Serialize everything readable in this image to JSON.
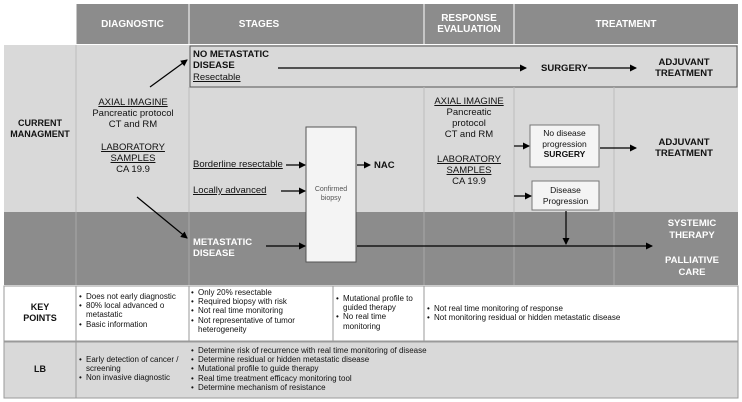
{
  "header": {
    "diagnostic": "DIAGNOSTIC",
    "stages": "STAGES",
    "response_line1": "RESPONSE",
    "response_line2": "EVALUATION",
    "treatment": "TREATMENT"
  },
  "rows": {
    "current_line1": "CURRENT",
    "current_line2": "MANAGMENT",
    "key_line1": "KEY",
    "key_line2": "POINTS",
    "lb": "LB"
  },
  "diagnostic": {
    "imaging_title": "AXIAL IMAGINE",
    "imaging_line1": "Pancreatic protocol",
    "imaging_line2": "CT and RM",
    "lab_title": "LABORATORY",
    "lab_title2": "SAMPLES",
    "lab_marker": "CA 19.9"
  },
  "stages": {
    "no_meta_line1": "NO METASTATIC",
    "no_meta_line2": "DISEASE",
    "resectable": "Resectable",
    "borderline": "Borderline resectable",
    "locally_advanced": "Locally advanced",
    "metastatic_line1": "METASTATIC",
    "metastatic_line2": "DISEASE",
    "biopsy_line1": "Confirmed",
    "biopsy_line2": "biopsy",
    "nac": "NAC"
  },
  "response": {
    "imaging_title": "AXIAL IMAGINE",
    "imaging_line1": "Pancreatic",
    "imaging_line2": "protocol",
    "imaging_line3": "CT and RM",
    "lab_title": "LABORATORY",
    "lab_title2": "SAMPLES",
    "lab_marker": "CA 19.9"
  },
  "treatment": {
    "surgery": "SURGERY",
    "adjuvant1_line1": "ADJUVANT",
    "adjuvant1_line2": "TREATMENT",
    "no_prog_line1": "No disease",
    "no_prog_line2": "progression",
    "no_prog_line3": "SURGERY",
    "adjuvant2_line1": "ADJUVANT",
    "adjuvant2_line2": "TREATMENT",
    "prog_line1": "Disease",
    "prog_line2": "Progression",
    "systemic_line1": "SYSTEMIC",
    "systemic_line2": "THERAPY",
    "palliative_line1": "PALLIATIVE",
    "palliative_line2": "CARE"
  },
  "key_points": {
    "diagnostic": [
      "Does not early diagnostic",
      "80% local advanced o metastatic",
      "Basic information"
    ],
    "stages": [
      "Only 20% resectable",
      "Required biopsy with risk",
      "Not real time monitoring",
      "Not representative of tumor heterogeneity"
    ],
    "nac": [
      "Mutational profile to guided therapy",
      "No real time monitoring"
    ],
    "response": [
      "Not real time monitoring of response",
      "Not monitoring residual or hidden metastatic disease"
    ]
  },
  "lb": {
    "diagnostic": [
      "Early detection of cancer / screening",
      "Non invasive diagnostic"
    ],
    "stages": [
      "Determine risk of recurrence with real time monitoring of disease",
      "Determine residual or hidden metastatic disease",
      "Mutational profile to guide therapy",
      "Real time treatment efficacy monitoring tool",
      "Determine mechanism of resistance"
    ]
  },
  "colors": {
    "header": "#8c8c8c",
    "panel": "#d9d9d9",
    "metastatic_band": "#8c8c8c",
    "lb_row": "#d9d9d9",
    "line": "#000000"
  }
}
